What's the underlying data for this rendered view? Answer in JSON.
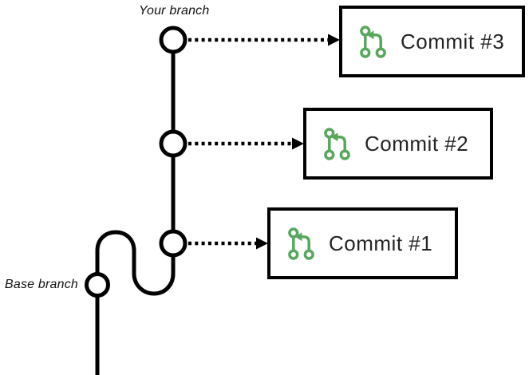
{
  "diagram": {
    "branch_labels": {
      "your_branch": "Your branch",
      "base_branch": "Base branch"
    },
    "commit_cards": [
      {
        "label": "Commit #3"
      },
      {
        "label": "Commit #2"
      },
      {
        "label": "Commit #1"
      }
    ],
    "icons": {
      "card_icon": "git-compare-icon"
    },
    "colors": {
      "icon_green": "#57a75c",
      "line": "#000000",
      "card_border": "#000000",
      "card_text": "#242424",
      "label_text": "#111111"
    }
  }
}
